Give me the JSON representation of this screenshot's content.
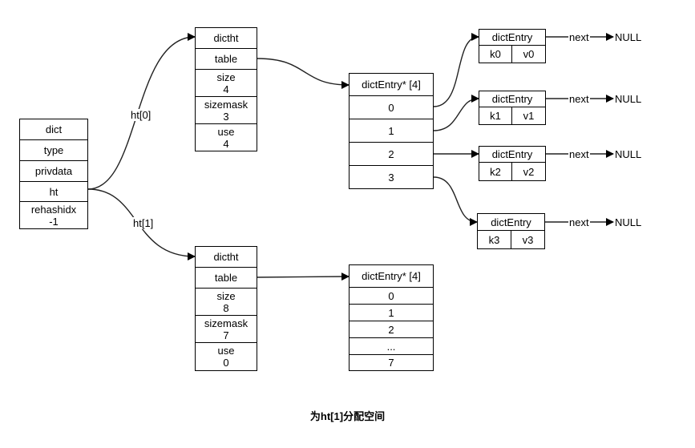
{
  "dict": {
    "fields": [
      "dict",
      "type",
      "privdata",
      "ht"
    ],
    "rehashidx_label": "rehashidx",
    "rehashidx_value": "-1"
  },
  "edges": {
    "ht0": "ht[0]",
    "ht1": "ht[1]",
    "next": "next",
    "null": "NULL"
  },
  "dictht0": {
    "title": "dictht",
    "table": "table",
    "size_label": "size",
    "size_value": "4",
    "sizemask_label": "sizemask",
    "sizemask_value": "3",
    "used_label": "use",
    "used_value": "4"
  },
  "dictht1": {
    "title": "dictht",
    "table": "table",
    "size_label": "size",
    "size_value": "8",
    "sizemask_label": "sizemask",
    "sizemask_value": "7",
    "used_label": "use",
    "used_value": "0"
  },
  "table0": {
    "title": "dictEntry* [4]",
    "slots": [
      "0",
      "1",
      "2",
      "3"
    ]
  },
  "table1": {
    "title": "dictEntry* [4]",
    "slots": [
      "0",
      "1",
      "2",
      "...",
      "7"
    ]
  },
  "entries": [
    {
      "title": "dictEntry",
      "key": "k0",
      "value": "v0"
    },
    {
      "title": "dictEntry",
      "key": "k1",
      "value": "v1"
    },
    {
      "title": "dictEntry",
      "key": "k2",
      "value": "v2"
    },
    {
      "title": "dictEntry",
      "key": "k3",
      "value": "v3"
    }
  ],
  "caption": "为ht[1]分配空间"
}
